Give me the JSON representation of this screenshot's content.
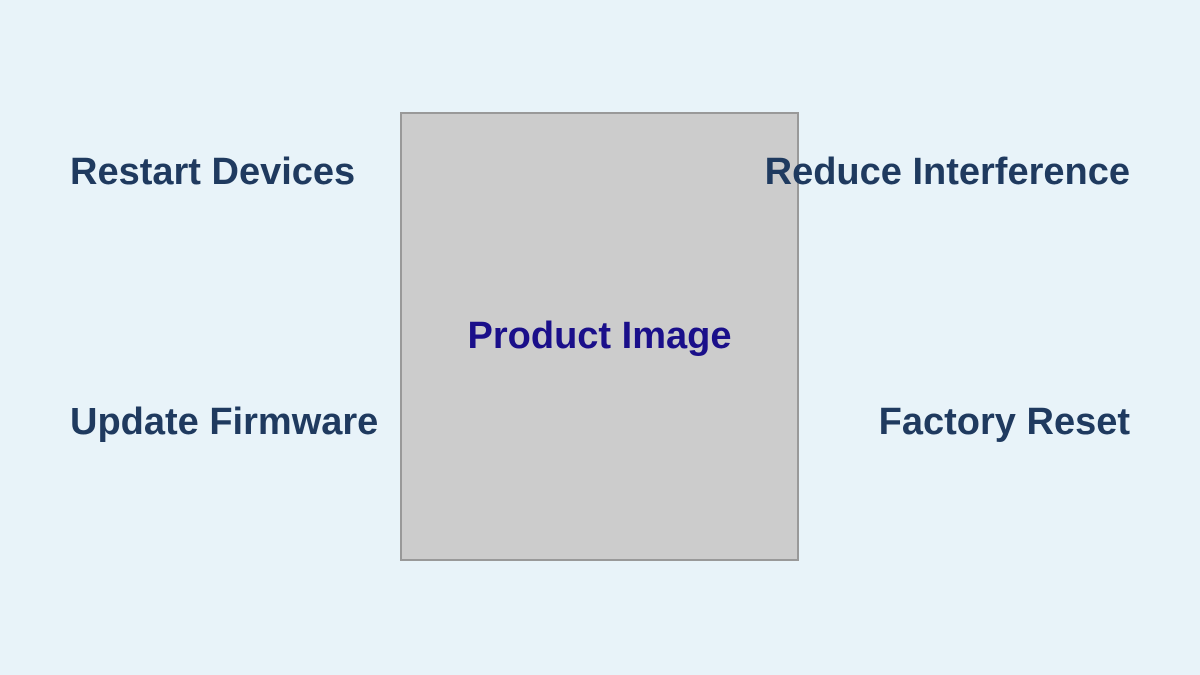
{
  "product": {
    "label": "Product Image"
  },
  "tips": {
    "top_left": "Restart Devices",
    "top_right": "Reduce Interference",
    "bottom_left": "Update Firmware",
    "bottom_right": "Factory Reset"
  },
  "colors": {
    "background": "#e8f3f9",
    "tip_text": "#1f3a5f",
    "product_text": "#1a0f8a",
    "product_fill": "#cccccc",
    "product_border": "#999999"
  }
}
